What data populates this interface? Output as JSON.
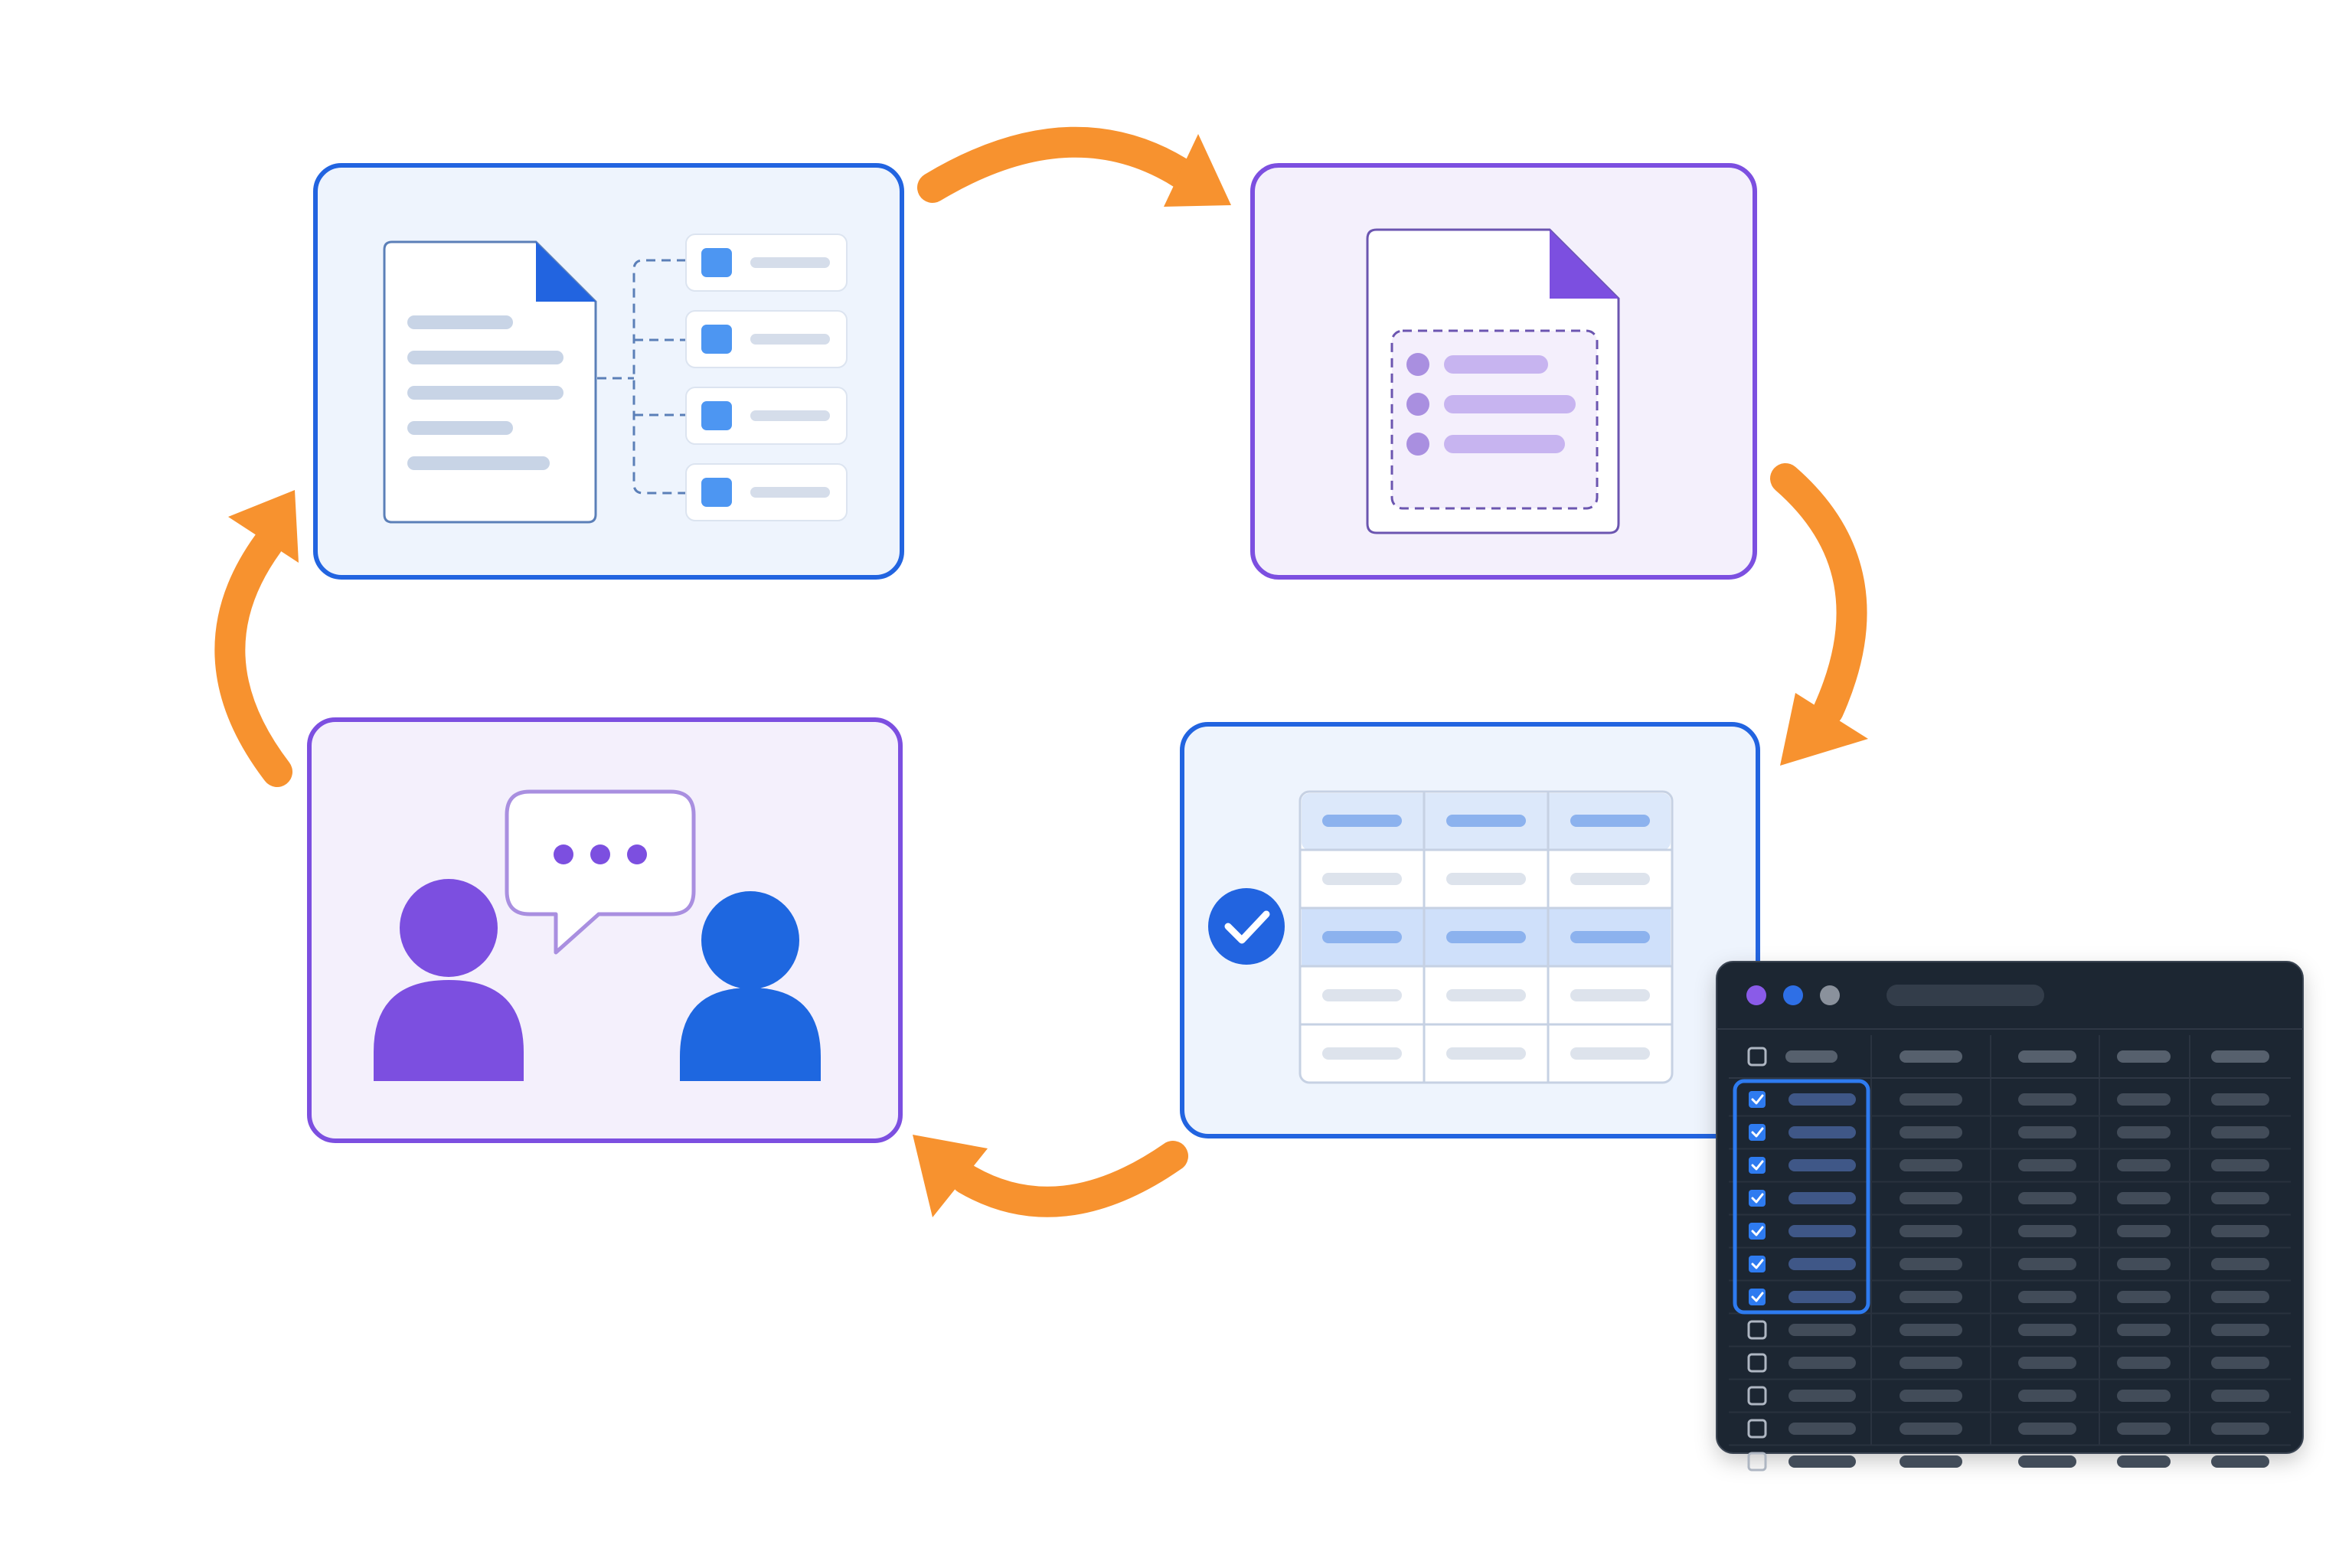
{
  "colors": {
    "background": "#ffffff",
    "arrow": "#F7922F",
    "blue_accent": "#2264E0",
    "purple_accent": "#7C4FE0",
    "panel_blue_fill": "#EEF4FD",
    "panel_purple_fill": "#F4F0FC",
    "dark_window": "#1F2733"
  },
  "icons": {
    "document_split": "document-outline-icon",
    "document_extract": "document-extract-icon",
    "validated_table": "checkmark-circle-icon",
    "conversation": "speech-bubble-icon",
    "people": "person-icon"
  },
  "window": {
    "total_rows": 12,
    "selected_rows": 7,
    "columns": 5,
    "title_dots": [
      "#8A5BE8",
      "#2E6FE6",
      "#8A919C"
    ]
  }
}
